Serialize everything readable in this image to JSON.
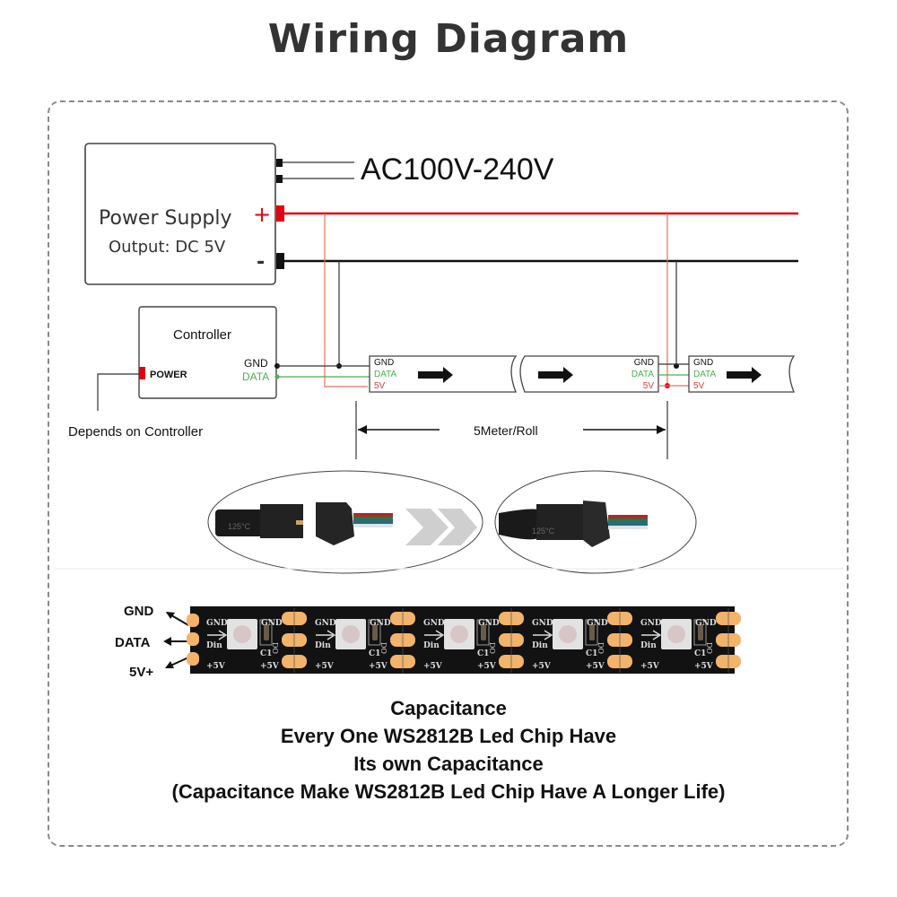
{
  "title": "Wiring Diagram",
  "power_supply": {
    "label": "Power Supply",
    "plus": "+",
    "minus": "-",
    "output": "Output: DC 5V",
    "input": "AC100V-240V"
  },
  "controller": {
    "label": "Controller",
    "power_port": "POWER",
    "gnd": "GND",
    "data": "DATA",
    "note": "Depends on Controller"
  },
  "strip_segments": [
    {
      "pins": [
        "GND",
        "DATA",
        "5V"
      ],
      "side": "left"
    },
    {
      "pins": [
        "GND",
        "DATA",
        "5V"
      ],
      "side": "right"
    },
    {
      "pins": [
        "GND",
        "DATA",
        "5V"
      ],
      "side": "left"
    }
  ],
  "roll_length": "5Meter/Roll",
  "connector_photos": {
    "unplugged_marking": "125°C",
    "plugged_marking": "125°C"
  },
  "led_strip": {
    "pin_labels": [
      "GND",
      "DATA",
      "5V+"
    ],
    "pcb_labels": {
      "gnd": "GND",
      "din": "Din",
      "do": "DO",
      "c1": "C1",
      "v5": "+5V"
    },
    "led_count": 5
  },
  "caption": [
    "Capacitance",
    "Every One WS2812B Led Chip Have",
    "Its own Capacitance",
    "(Capacitance Make WS2812B Led Chip Have A Longer Life)"
  ],
  "colors": {
    "positive": "#e3000f",
    "negative": "#111111",
    "data": "#4caf50",
    "v5_label": "#e53935",
    "pad": "#f2b36b",
    "pcb": "#121212"
  }
}
